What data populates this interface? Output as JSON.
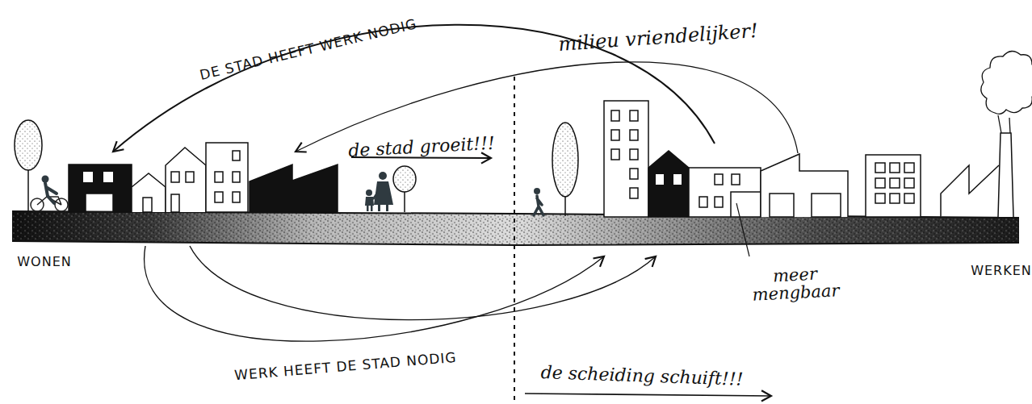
{
  "diagram": {
    "labels": [
      "DE STAD HEEFT WERK NODIG",
      "milieu vriendelijker!",
      "de stad groeit!!!",
      "WONEN",
      "meer mengbaar",
      "WERKEN",
      "WERK HEEFT DE STAD NODIG",
      "de scheiding schuift!!!"
    ]
  }
}
